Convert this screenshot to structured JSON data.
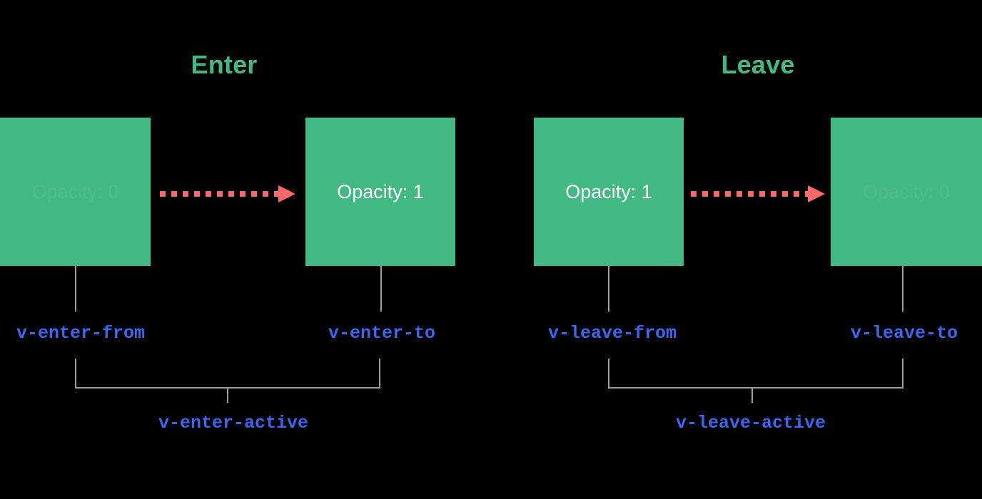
{
  "diagram": {
    "title_enter": "Enter",
    "title_leave": "Leave",
    "colors": {
      "background": "#000000",
      "box_green": "#42b983",
      "arrow_red": "#fb6a6a",
      "label_blue": "#3d66f0",
      "connector_gray": "#9e9e9e",
      "box_text_white": "#ffffff"
    }
  },
  "enter": {
    "heading": "Enter",
    "from_box": {
      "label": "Opacity: 0",
      "faded": true
    },
    "to_box": {
      "label": "Opacity: 1",
      "faded": false
    },
    "from_class": "v-enter-from",
    "to_class": "v-enter-to",
    "active_class": "v-enter-active",
    "arrow": "dashed-arrow-right-icon"
  },
  "leave": {
    "heading": "Leave",
    "from_box": {
      "label": "Opacity: 1",
      "faded": false
    },
    "to_box": {
      "label": "Opacity: 0",
      "faded": true
    },
    "from_class": "v-leave-from",
    "to_class": "v-leave-to",
    "active_class": "v-leave-active",
    "arrow": "dashed-arrow-right-icon"
  }
}
